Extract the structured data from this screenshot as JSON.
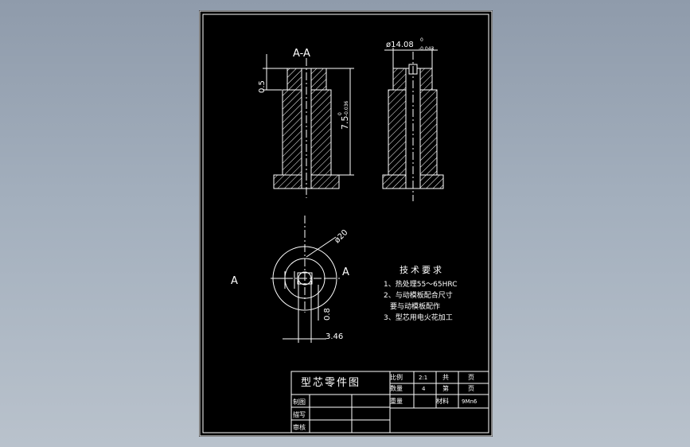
{
  "drawing": {
    "section_label": "A-A",
    "dims": {
      "top_diameter": "ø14.08",
      "top_diameter_tol_upper": "0",
      "top_diameter_tol_lower": "-0.043",
      "height_upper": "0.5",
      "height_main": "7.5",
      "height_main_tol_upper": "0",
      "height_main_tol_lower": "-0.036",
      "outer_diameter": "ø20",
      "slot_depth": "0.8",
      "slot_width": "3.46"
    },
    "section_markers": {
      "left": "A",
      "right": "A"
    },
    "tech_requirements": {
      "title": "技术要求",
      "items": [
        "1、热处理55～65HRC",
        "2、与动模板配合尺寸",
        "要与动模板配作",
        "3、型芯用电火花加工"
      ]
    }
  },
  "title_block": {
    "part_name": "型芯零件图",
    "scale_label": "比例",
    "scale_value": "2:1",
    "qty_label": "数量",
    "qty_value": "4",
    "weight_label": "重量",
    "material_label": "材料",
    "material_value": "9Mn6",
    "total_label": "共",
    "sheet_label": "第",
    "page_label_1": "页",
    "page_label_2": "页",
    "drawn_label": "制图",
    "design_label": "描写",
    "check_label": "审核"
  },
  "colors": {
    "line": "#ffffff",
    "sheet": "#000000",
    "background": "#9aa6b5"
  }
}
